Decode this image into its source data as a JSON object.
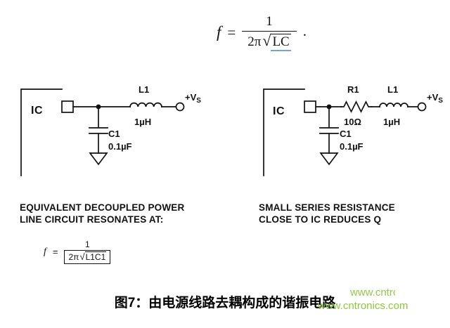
{
  "equation_top": {
    "f": "f",
    "equals": "=",
    "numerator": "1",
    "den_coeff": "2π",
    "radical_sign": "√",
    "radicand": "LC",
    "period": "."
  },
  "circuit_left": {
    "ic": "IC",
    "l1_name": "L1",
    "l1_value": "1µH",
    "c1_name": "C1",
    "c1_value": "0.1µF",
    "vs_prefix": "+V",
    "vs_sub": "S"
  },
  "circuit_right": {
    "ic": "IC",
    "r1_name": "R1",
    "r1_value": "10Ω",
    "l1_name": "L1",
    "l1_value": "1µH",
    "c1_name": "C1",
    "c1_value": "0.1µF",
    "vs_prefix": "+V",
    "vs_sub": "S"
  },
  "caption_left": {
    "line1": "EQUIVALENT DECOUPLED POWER",
    "line2": "LINE CIRCUIT RESONATES AT:"
  },
  "caption_right": {
    "line1": "SMALL SERIES RESISTANCE",
    "line2": "CLOSE TO IC REDUCES Q"
  },
  "equation_bottom": {
    "f": "f",
    "equals": "=",
    "numerator": "1",
    "den_coeff": "2π",
    "radical_sign": "√",
    "radicand": "L1C1"
  },
  "figure_caption": "图7：由电源线路去耦构成的谐振电路",
  "watermark": {
    "url": "www.cntronics.com",
    "color": "#8dc63f"
  }
}
